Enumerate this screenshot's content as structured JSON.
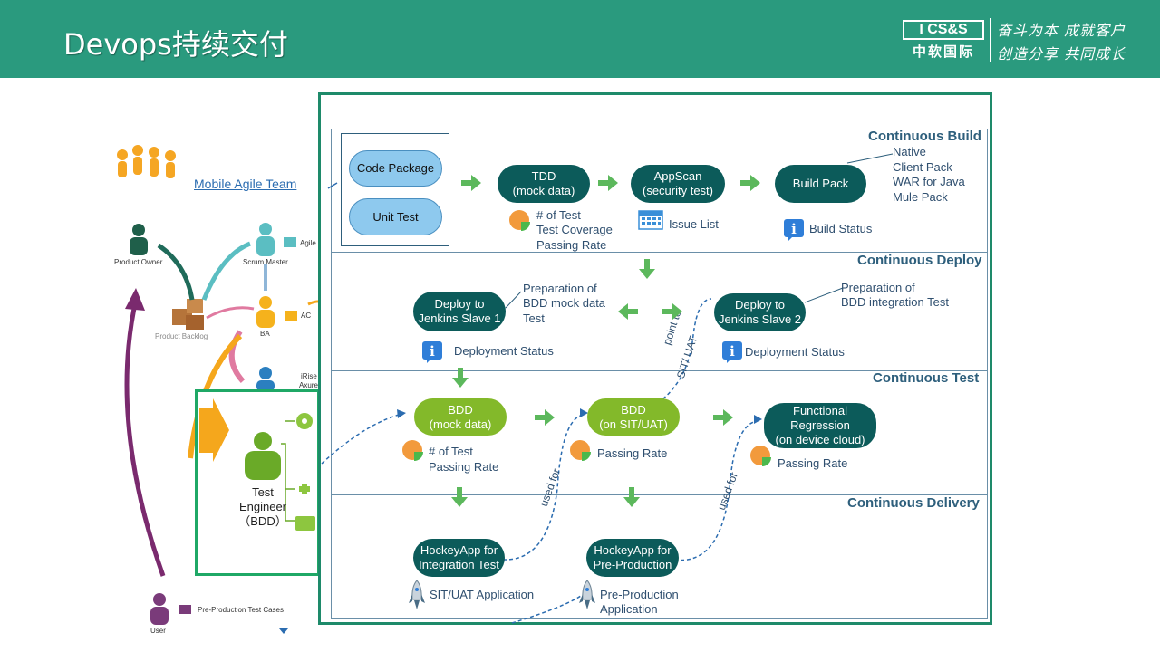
{
  "header": {
    "title": "Devops持续交付",
    "logo_top": "I CS&S",
    "logo_bottom": "中软国际",
    "slogan_line1": "奋斗为本 成就客户",
    "slogan_line2": "创造分享 共同成长"
  },
  "left": {
    "team_link": "Mobile Agile Team",
    "product_owner": "Product Owner",
    "scrum_master": "Scrum Master",
    "agile": "Agile",
    "product_backlog": "Product Backlog",
    "ba": "BA",
    "ac": "AC",
    "irise": "iRise",
    "axure": "Axure",
    "test_engineer_1": "Test",
    "test_engineer_2": "Engineer",
    "test_engineer_3": "（BDD）",
    "user": "User",
    "pre_production_test_cases": "Pre-Production Test Cases"
  },
  "sections": {
    "build": "Continuous Build",
    "deploy": "Continuous Deploy",
    "test": "Continuous Test",
    "delivery": "Continuous Delivery"
  },
  "build": {
    "code_package": "Code  Package",
    "unit_test": "Unit  Test",
    "tdd_1": "TDD",
    "tdd_2": "(mock data)",
    "tdd_metric_1": "# of Test",
    "tdd_metric_2": "Test Coverage",
    "tdd_metric_3": "Passing Rate",
    "appscan_1": "AppScan",
    "appscan_2": "(security test)",
    "issue_list": "Issue List",
    "build_pack": "Build Pack",
    "build_status": "Build Status",
    "pack_1": "Native",
    "pack_2": "Client Pack",
    "pack_3": "WAR for Java",
    "pack_4": "Mule Pack"
  },
  "deploy": {
    "slave1_1": "Deploy to",
    "slave1_2": "Jenkins Slave 1",
    "prep1_1": "Preparation of",
    "prep1_2": "BDD mock data",
    "prep1_3": "Test",
    "slave2_1": "Deploy to",
    "slave2_2": "Jenkins Slave 2",
    "prep2_1": "Preparation of",
    "prep2_2": "BDD integration Test",
    "status1": "Deployment Status",
    "status2": "Deployment Status",
    "point_to": "point to",
    "sit_uat": "SIT/ UAT"
  },
  "test": {
    "bdd1_1": "BDD",
    "bdd1_2": "(mock data)",
    "bdd1_metric_1": "# of Test",
    "bdd1_metric_2": "Passing Rate",
    "bdd2_1": "BDD",
    "bdd2_2": "(on SIT/UAT)",
    "bdd2_metric": "Passing Rate",
    "func_1": "Functional",
    "func_2": "Regression",
    "func_3": "(on device cloud)",
    "func_metric": "Passing Rate"
  },
  "delivery": {
    "hockey1_1": "HockeyApp for",
    "hockey1_2": "Integration Test",
    "hockey2_1": "HockeyApp for",
    "hockey2_2": "Pre-Production",
    "sit_app": "SIT/UAT Application",
    "pre_app_1": "Pre-Production",
    "pre_app_2": "Application",
    "used_for_1": "used for",
    "used_for_2": "used for"
  },
  "colors": {
    "header": "#2a9a7e",
    "frame": "#1e8a6a",
    "dark_node": "#0c5b5a",
    "green_node": "#83b92a",
    "section_text": "#2e5f7c",
    "arrow": "#5cb85c"
  }
}
